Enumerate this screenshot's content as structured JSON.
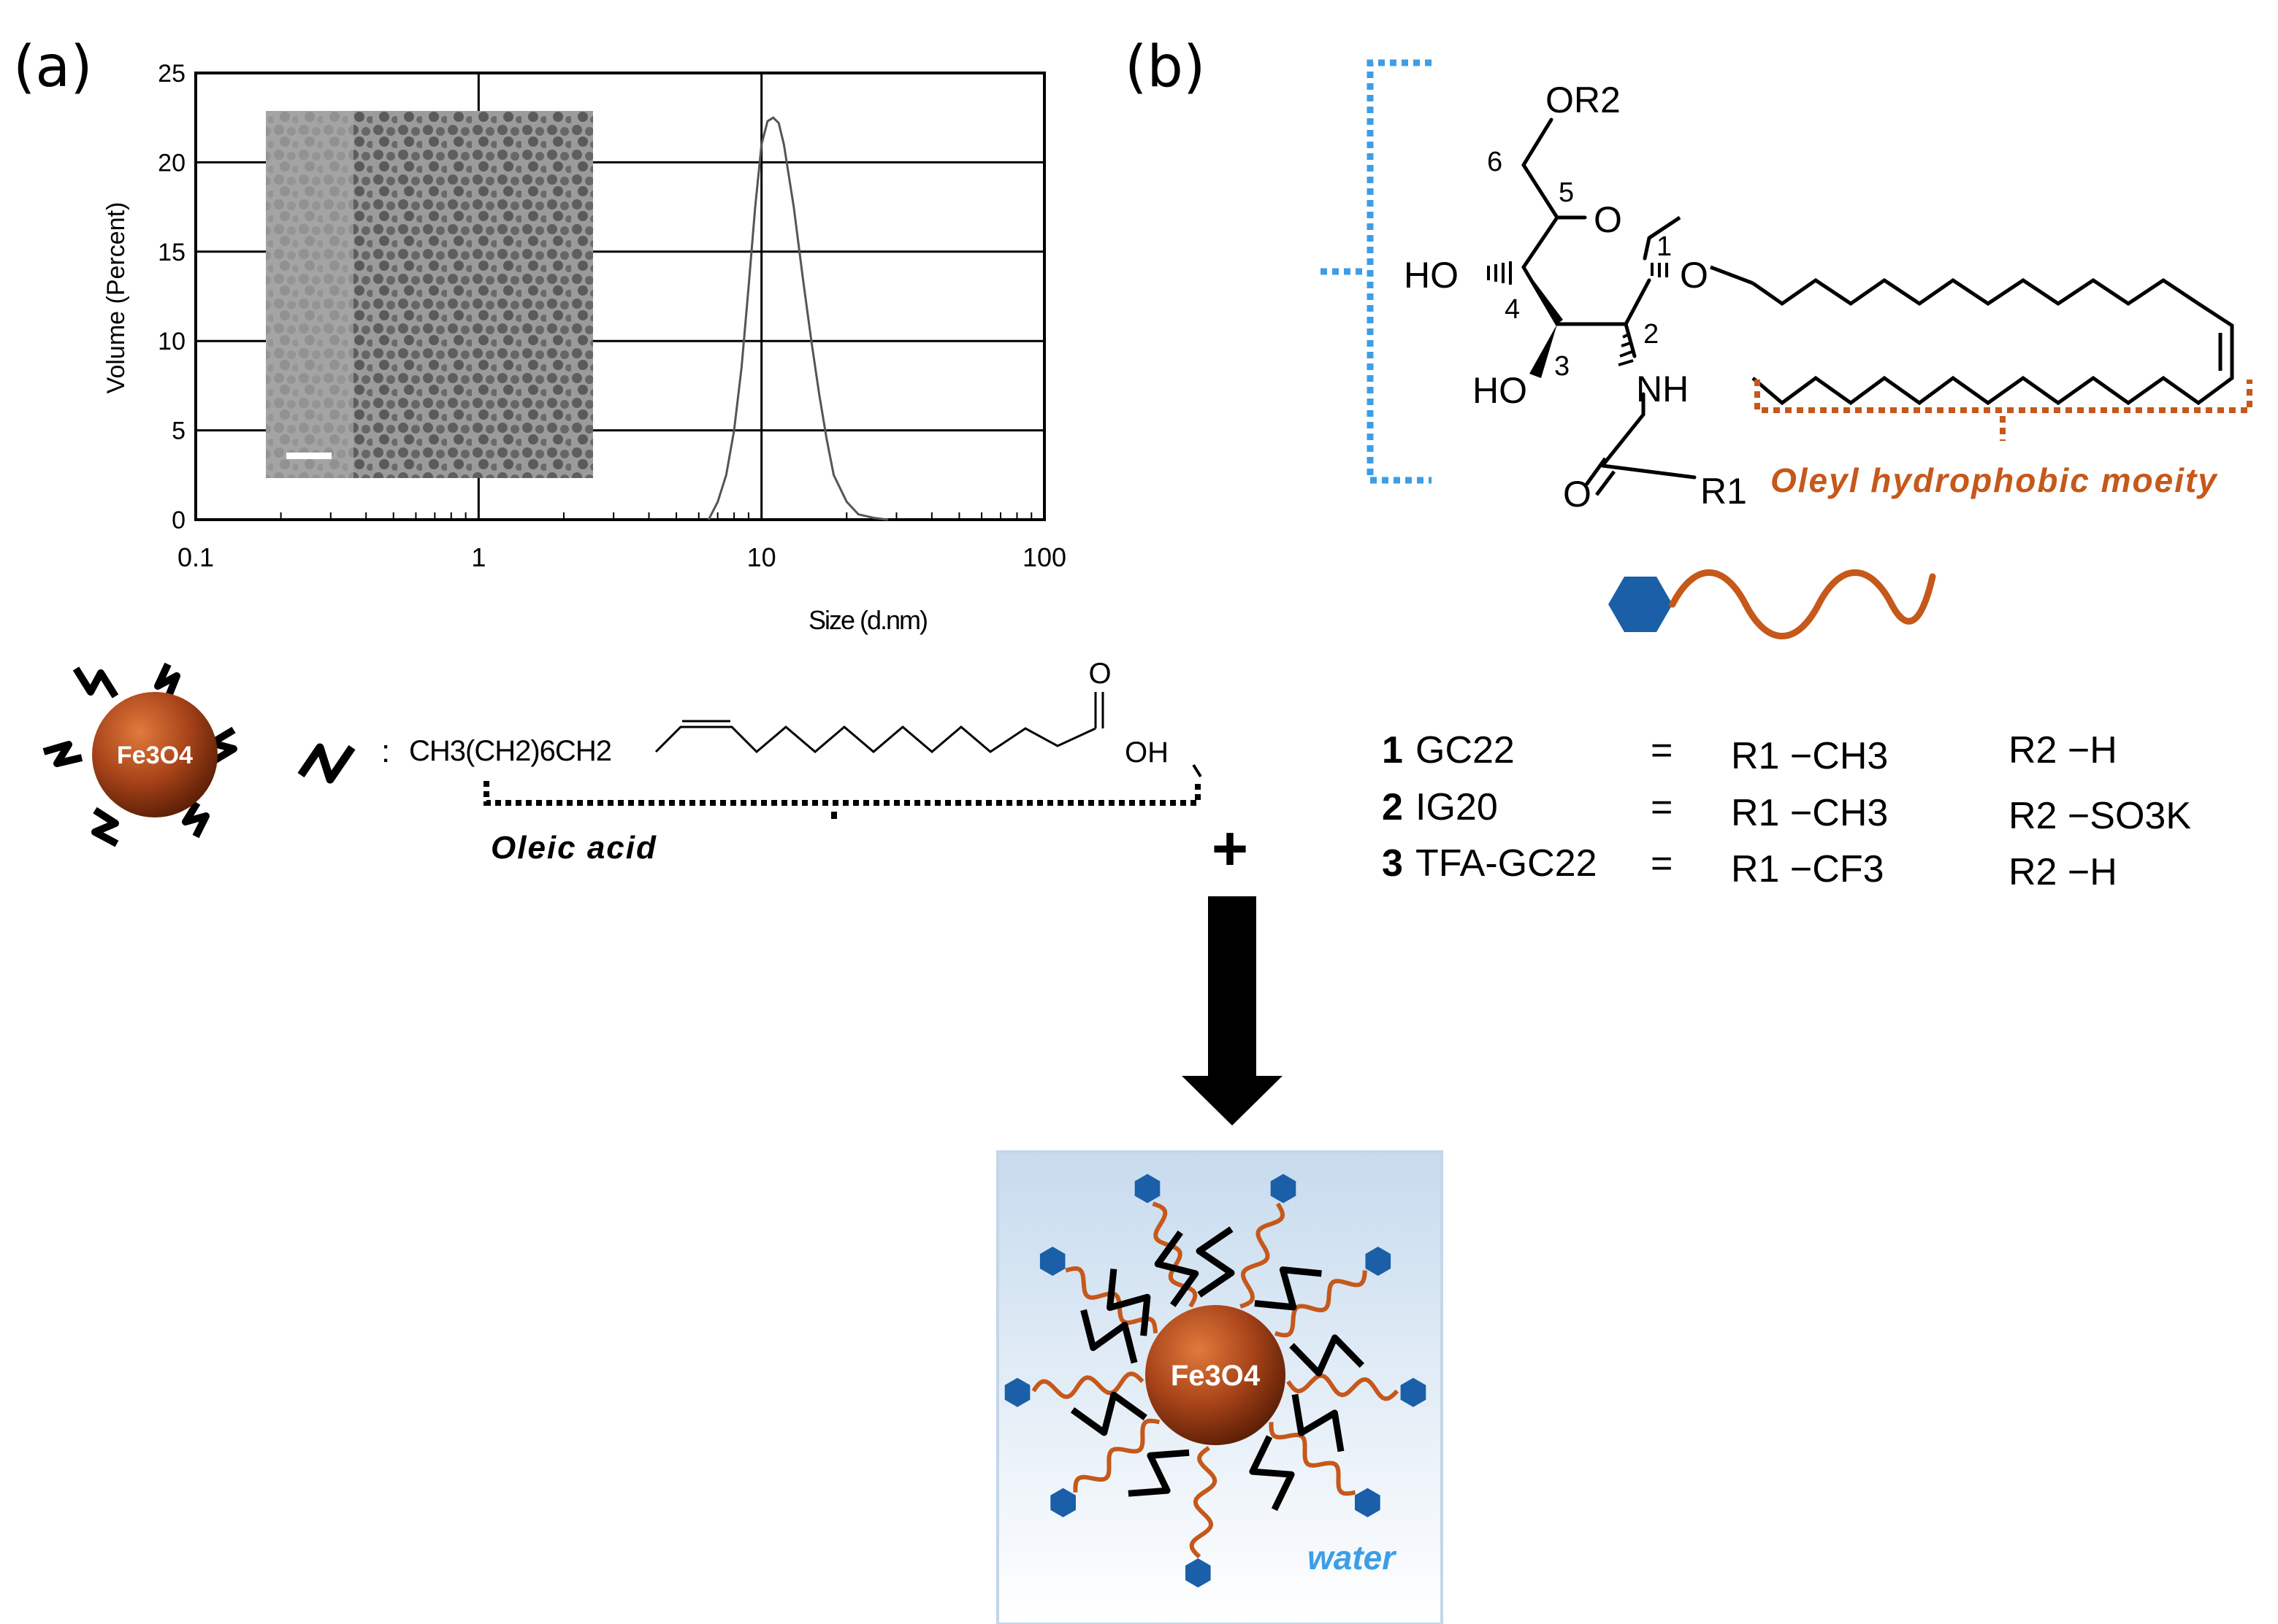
{
  "panel_labels": {
    "a": "(a)",
    "b": "(b)"
  },
  "chart_data": {
    "type": "line",
    "title": "",
    "xlabel": "Size (d.nm)",
    "ylabel": "Volume (Percent)",
    "x_scale": "log",
    "xlim": [
      0.1,
      100
    ],
    "ylim": [
      0,
      25
    ],
    "x_ticks": [
      0.1,
      1,
      10,
      100
    ],
    "x_tick_labels": [
      "0.1",
      "1",
      "10",
      "100"
    ],
    "y_ticks": [
      0,
      5,
      10,
      15,
      20,
      25
    ],
    "y_tick_labels": [
      "0",
      "5",
      "10",
      "15",
      "20",
      "25"
    ],
    "grid": true,
    "series": [
      {
        "x": [
          6.5,
          7,
          7.5,
          8,
          8.5,
          9,
          9.5,
          10,
          10.5,
          11,
          11.5,
          12,
          13,
          14,
          15,
          16,
          17,
          18,
          20,
          22,
          25,
          28
        ],
        "y": [
          0,
          1,
          2.5,
          5,
          8.5,
          13,
          17.5,
          21,
          22.3,
          22.5,
          22.2,
          21,
          17.5,
          13.5,
          10,
          7,
          4.5,
          2.5,
          1,
          0.3,
          0.1,
          0
        ]
      }
    ]
  },
  "oleic": {
    "formula_left": "CH3(CH2)6CH2",
    "carbonyl_o": "O",
    "oh": "OH",
    "name": "Oleic acid",
    "colon": ":",
    "plus": "+"
  },
  "nanoparticle": {
    "label": "Fe3O4"
  },
  "sugar": {
    "or2": "OR2",
    "ring_o": "O",
    "ho4": "HO",
    "ho3": "HO",
    "glyco_o": "O",
    "nh": "NH",
    "carbonyl_o": "O",
    "r1": "R1",
    "num6": "6",
    "num5": "5",
    "num1": "1",
    "num4": "4",
    "num3": "3",
    "num2": "2",
    "oleyl_label": "Oleyl hydrophobic moeity"
  },
  "compounds": [
    {
      "num": "1",
      "name": "GC22",
      "eq": "=",
      "r1": "R1 −CH3",
      "r2": "R2 −H"
    },
    {
      "num": "2",
      "name": "IG20",
      "eq": "=",
      "r1": "R1 −CH3",
      "r2": "R2 −SO3K"
    },
    {
      "num": "3",
      "name": "TFA-GC22",
      "eq": "=",
      "r1": "R1  −CF3",
      "r2": "R2 −H"
    }
  ],
  "water_label": "water",
  "colors": {
    "orange": "#c5581a",
    "blue_hex": "#1a5fa8",
    "blue_dotted": "#3d9ee6",
    "particle": "#a9441a",
    "water_bg_top": "#cfe0ef",
    "water_bg_bottom": "#ffffff"
  }
}
